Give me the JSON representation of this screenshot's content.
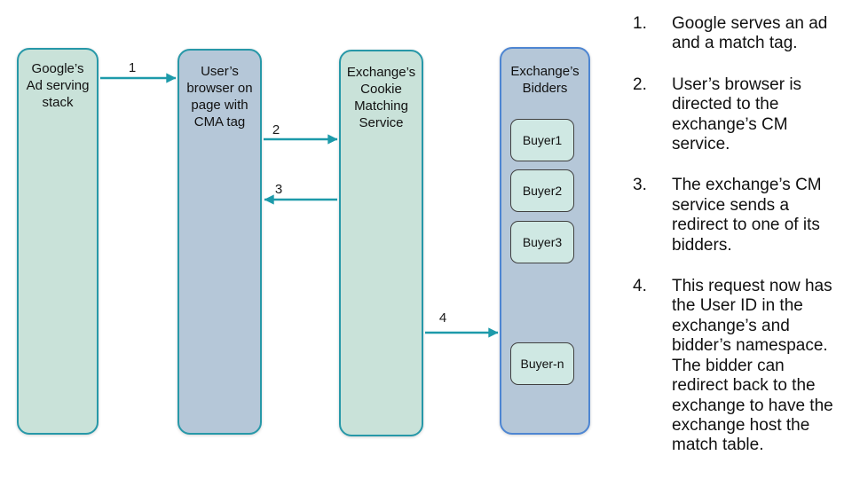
{
  "colors": {
    "teal_fill": "#c9e2d9",
    "teal_border": "#2798a8",
    "blue_fill": "#b5c7d8",
    "blue_border": "#4e86d2",
    "buyer_fill": "#cfe8e3",
    "buyer_border": "#404040",
    "arrow": "#1d9aaa"
  },
  "nodes": {
    "ad_stack": {
      "label": "Google’s\nAd serving\nstack"
    },
    "browser": {
      "label": "User’s\nbrowser on\npage with\nCMA tag"
    },
    "cm_service": {
      "label": "Exchange’s\nCookie\nMatching\nService"
    },
    "bidders": {
      "label": "Exchange’s\nBidders",
      "buyers": [
        "Buyer1",
        "Buyer2",
        "Buyer3",
        "Buyer-n"
      ]
    }
  },
  "arrows": [
    {
      "label": "1"
    },
    {
      "label": "2"
    },
    {
      "label": "3"
    },
    {
      "label": "4"
    }
  ],
  "steps": [
    {
      "number": "1.",
      "text": "Google serves an ad\nand a match tag."
    },
    {
      "number": "2.",
      "text": "User’s browser is\ndirected to the\nexchange’s CM\nservice."
    },
    {
      "number": "3.",
      "text": "The exchange’s CM\nservice sends a\nredirect to one of its\nbidders."
    },
    {
      "number": "4.",
      "text": "This request now has\nthe User ID in the\nexchange’s and\nbidder’s namespace.\nThe bidder can\nredirect back to the\nexchange to have the\nexchange host the\nmatch table."
    }
  ]
}
